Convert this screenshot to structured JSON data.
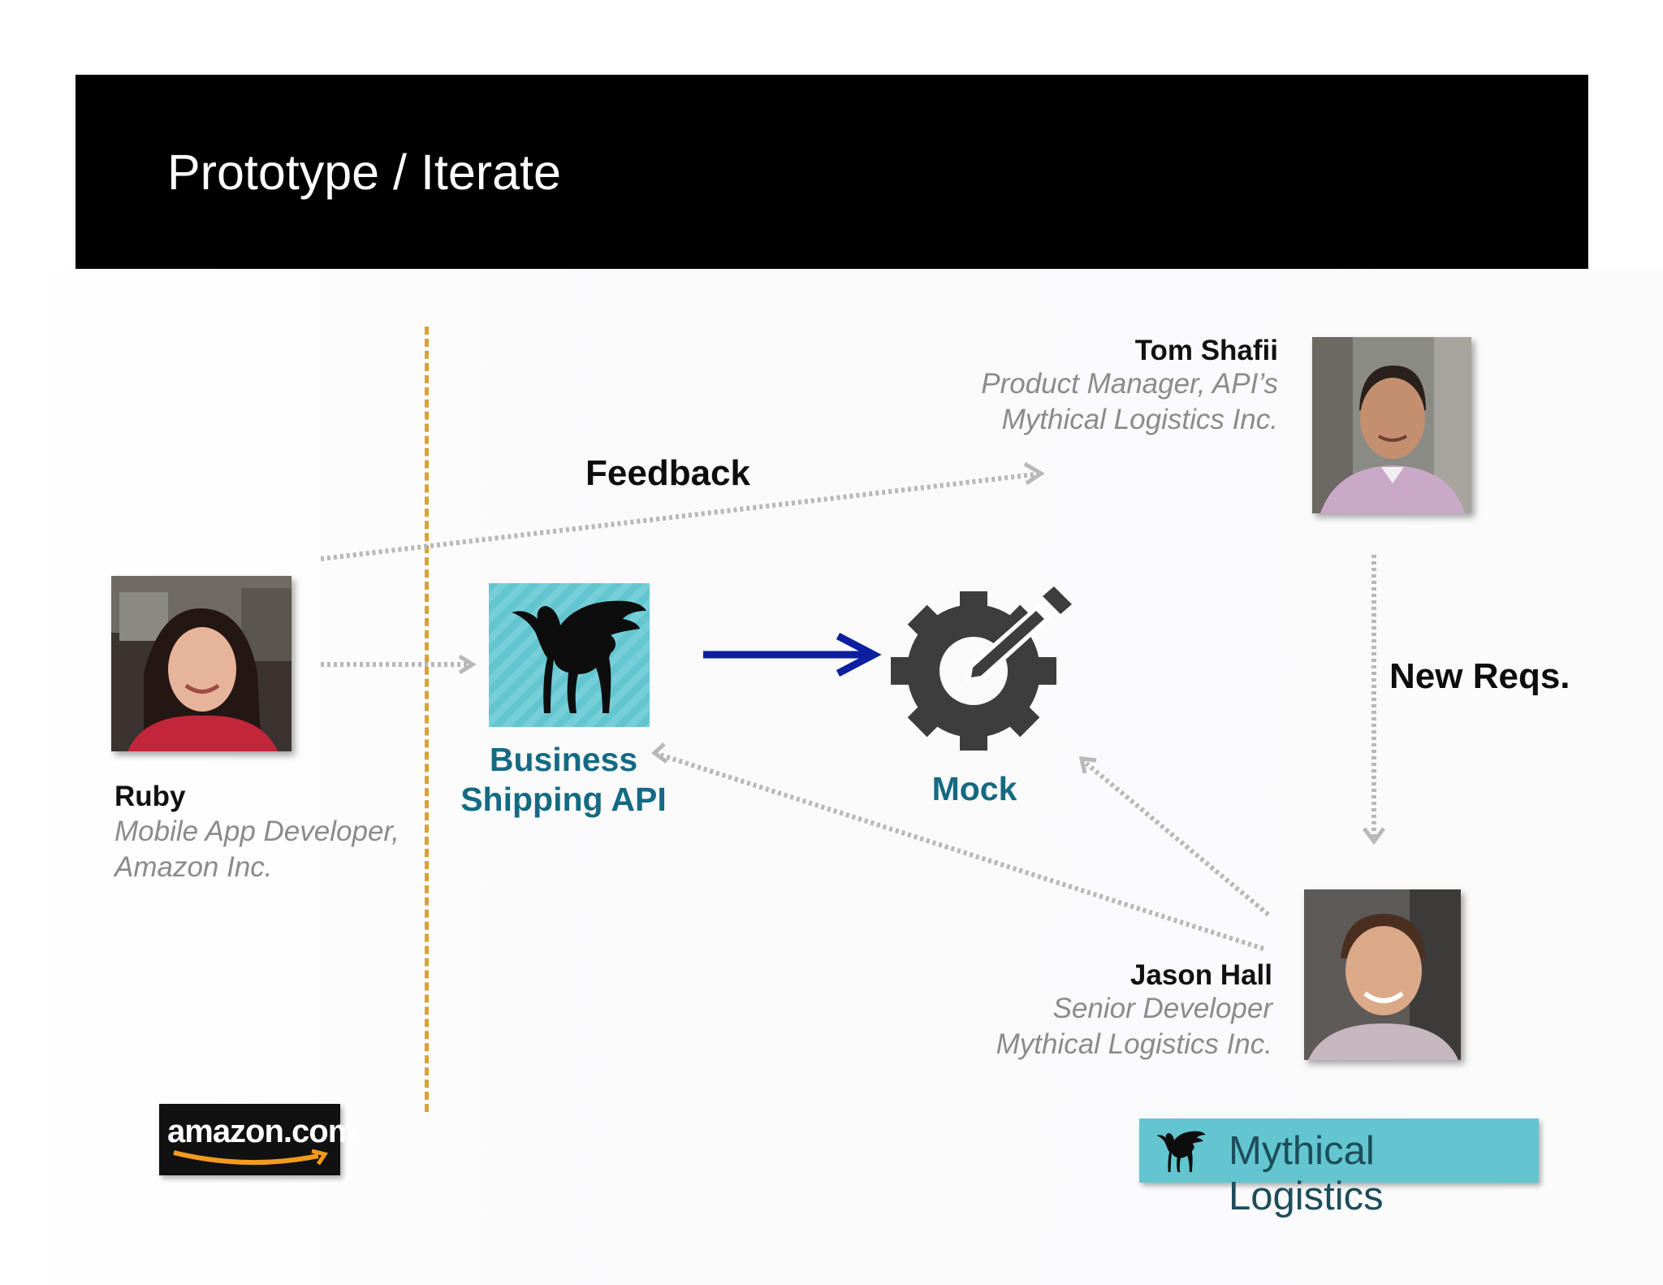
{
  "slide": {
    "title": "Prototype / Iterate"
  },
  "people": {
    "ruby": {
      "name": "Ruby",
      "role": "Mobile App Developer,",
      "company": "Amazon Inc."
    },
    "tom": {
      "name": "Tom Shafii",
      "role": "Product Manager, API’s",
      "company": "Mythical Logistics Inc."
    },
    "jason": {
      "name": "Jason Hall",
      "role": "Senior Developer",
      "company": "Mythical Logistics Inc."
    }
  },
  "nodes": {
    "api": {
      "line1": "Business",
      "line2": "Shipping API"
    },
    "mock": {
      "label": "Mock"
    }
  },
  "edges": {
    "feedback": "Feedback",
    "new_reqs": "New Reqs."
  },
  "logos": {
    "amazon": "amazon.com",
    "mythical": "Mythical Logistics"
  },
  "colors": {
    "header": "#000000",
    "node_label": "#156a83",
    "main_arrow": "#0c1f9e",
    "dotted_arrow": "#b8b8b8",
    "divider": "#d9a233",
    "brand_teal": "#63c5d0"
  }
}
